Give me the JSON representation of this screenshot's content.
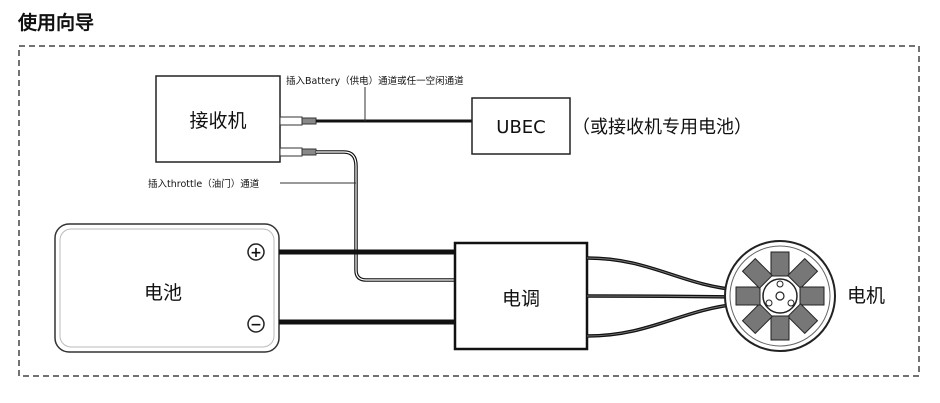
{
  "title": "使用向导",
  "components": {
    "receiver": "接收机",
    "ubec": "UBEC",
    "ubec_note": "（或接收机专用电池）",
    "battery": "电池",
    "esc": "电调",
    "motor": "电机"
  },
  "annotations": {
    "battery_channel": "插入Battery（供电）通道或任一空闲通道",
    "throttle_channel": "插入throttle（油门）通道"
  },
  "terminals": {
    "positive": "+",
    "negative": "−"
  }
}
